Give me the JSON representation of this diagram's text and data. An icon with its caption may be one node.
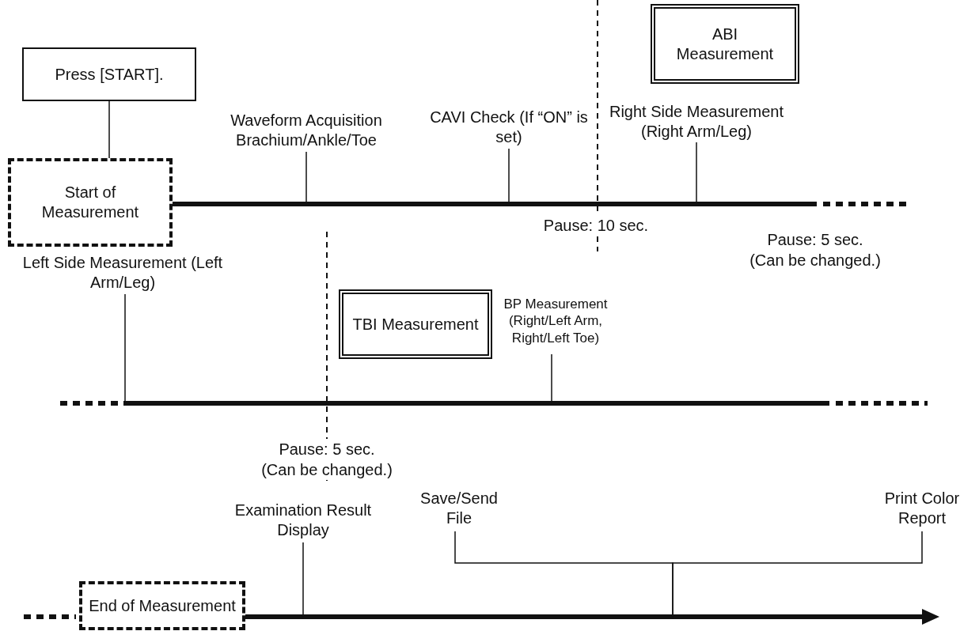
{
  "diagram": {
    "nodes": [
      {
        "text": [
          "Press [START]."
        ]
      },
      {
        "text": [
          "Start of Measurement"
        ]
      },
      {
        "text": [
          "Waveform Acquisition Brachium/Ankle/Toe"
        ]
      },
      {
        "text": [
          "CAVI Check (If “ON” is set)"
        ]
      },
      {
        "text": [
          "ABI Measurement"
        ]
      },
      {
        "text": [
          "Right Side Measurement (Right Arm/Leg)"
        ]
      },
      {
        "text": [
          "Left Side Measurement (Left Arm/Leg)"
        ]
      },
      {
        "text": [
          "TBI Measurement"
        ]
      },
      {
        "text": [
          "BP Measurement (Right/Left Arm, Right/Left Toe)"
        ]
      },
      {
        "text": [
          "End of Measurement"
        ]
      },
      {
        "text": [
          "Examination Result Display"
        ]
      },
      {
        "text": [
          "Save/Send File"
        ]
      },
      {
        "text": [
          "Print Color Report"
        ]
      }
    ],
    "edges": [
      {
        "from": 0,
        "to": 1,
        "arrow": "none"
      },
      {
        "from": 2,
        "to": null,
        "arrow": "none"
      },
      {
        "from": 3,
        "to": null,
        "arrow": "none"
      },
      {
        "from": 5,
        "to": null,
        "arrow": "none"
      },
      {
        "from": 6,
        "to": null,
        "arrow": "none"
      },
      {
        "from": 8,
        "to": null,
        "arrow": "none"
      },
      {
        "from": 10,
        "to": null,
        "arrow": "none"
      },
      {
        "from": 11,
        "to": null,
        "arrow": "none"
      },
      {
        "from": 12,
        "to": null,
        "arrow": "none"
      }
    ],
    "labels": [
      "Pause: 10 sec.",
      "Pause: 5 sec. (Can be changed.)",
      "Pause: 5 sec. (Can be changed.)"
    ]
  }
}
